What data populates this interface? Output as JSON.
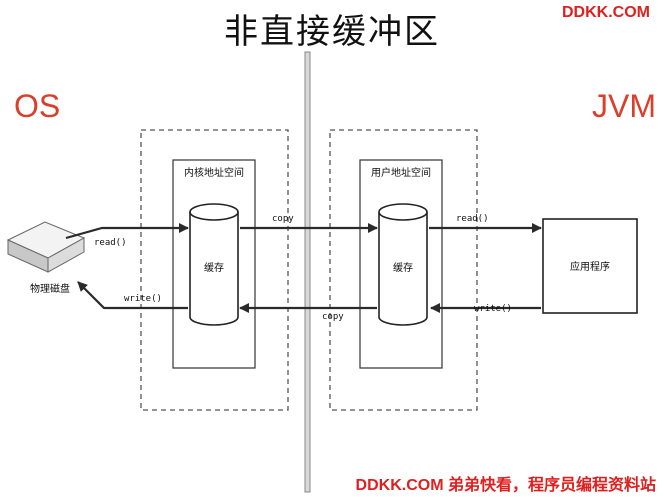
{
  "title": "非直接缓冲区",
  "brand": {
    "top": "DDKK.COM",
    "bottom": "DDKK.COM 弟弟快看，程序员编程资料站"
  },
  "labels": {
    "os": "OS",
    "jvm": "JVM"
  },
  "nodes": {
    "disk": "物理磁盘",
    "kernel_space": "内核地址空间",
    "kernel_cache": "缓存",
    "user_space": "用户地址空间",
    "user_cache": "缓存",
    "app": "应用程序"
  },
  "edges": {
    "disk_read": "read()",
    "disk_write": "write()",
    "copy_to_user": "copy",
    "copy_to_kernel": "copy",
    "app_read": "read()",
    "app_write": "write()"
  },
  "colors": {
    "brand": "#e0201f",
    "side_label": "#d8402b",
    "line": "#2a2a2a",
    "dashed": "#555555"
  }
}
